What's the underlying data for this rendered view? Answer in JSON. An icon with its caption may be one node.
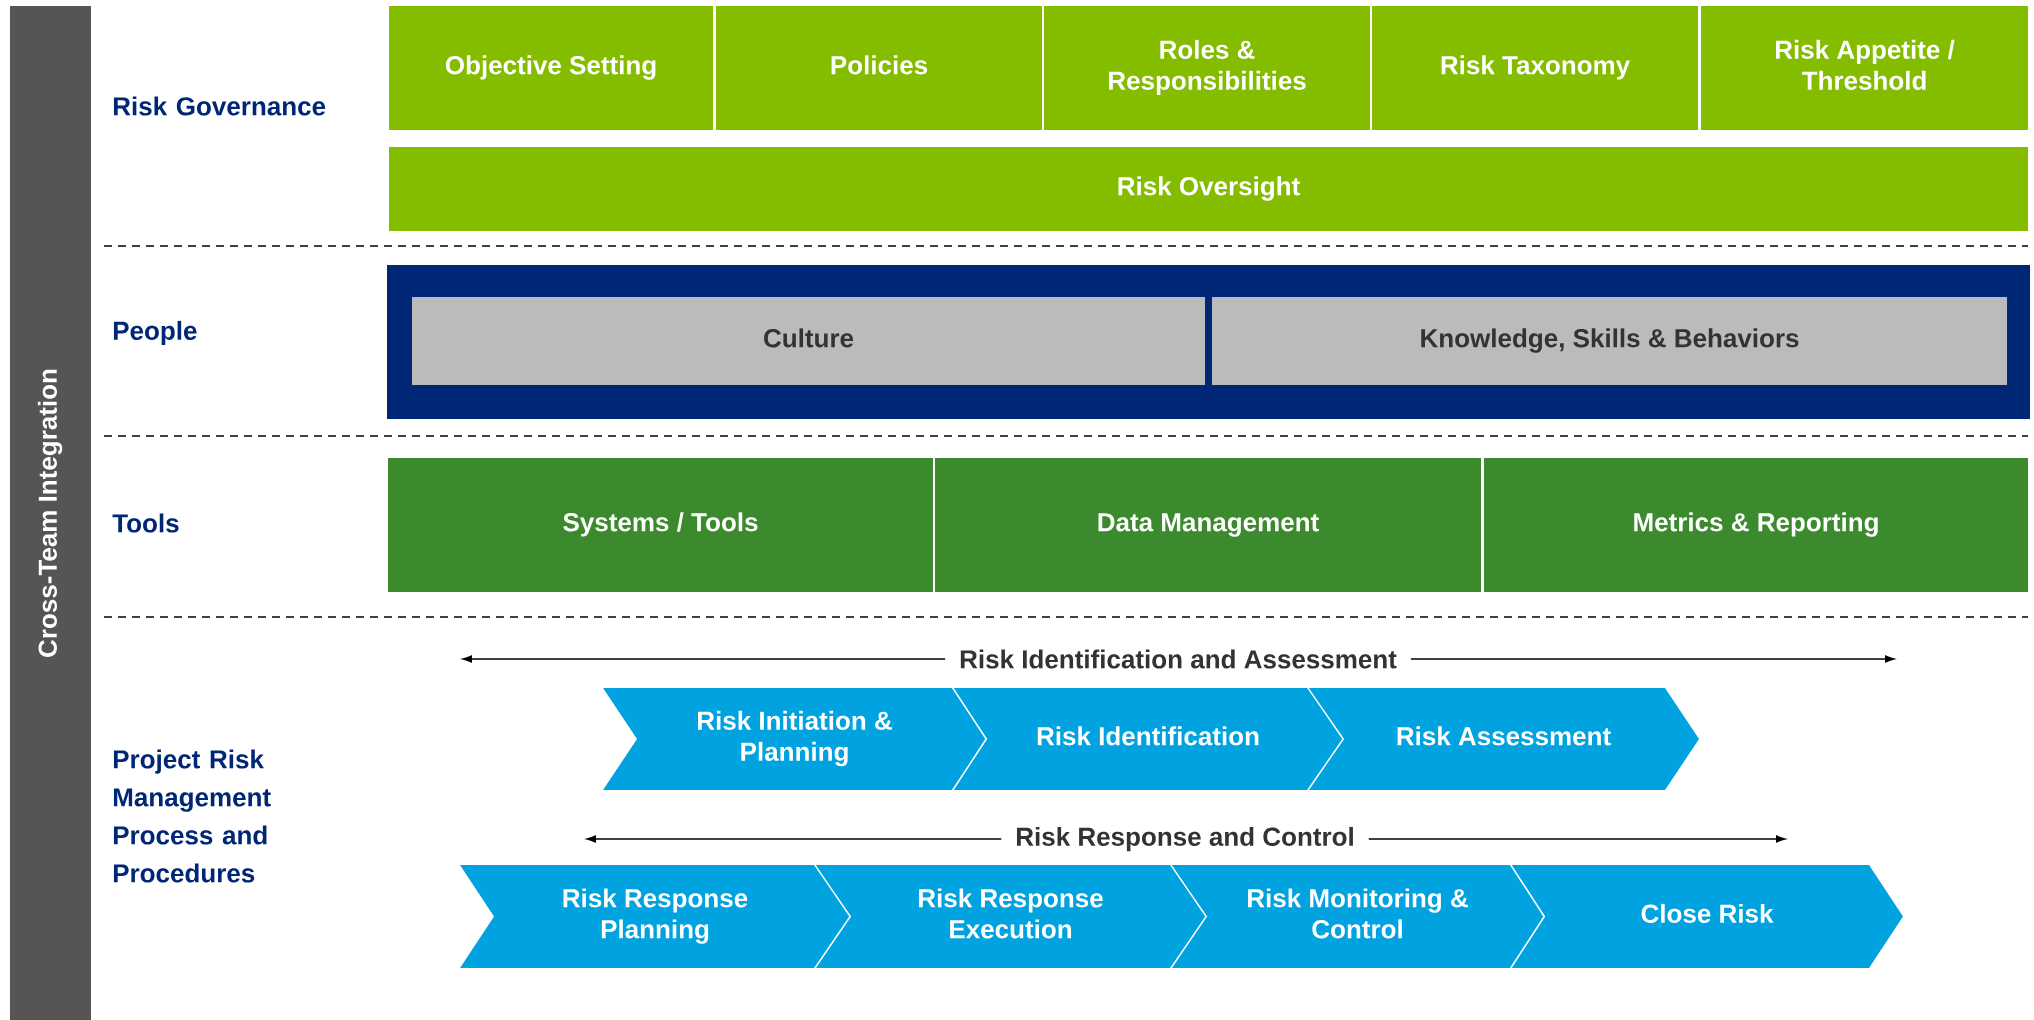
{
  "diagram": {
    "nodes": [
      {
        "text": [
          "Cross-Team Integration"
        ]
      },
      {
        "text": [
          "Objective Setting"
        ]
      },
      {
        "text": [
          "Policies"
        ]
      },
      {
        "text": [
          "Roles & Responsibilities"
        ]
      },
      {
        "text": [
          "Risk Taxonomy"
        ]
      },
      {
        "text": [
          "Risk Appetite / Threshold"
        ]
      },
      {
        "text": [
          "Risk Oversight"
        ]
      },
      {
        "text": [],
        "shape": "box"
      },
      {
        "text": [
          "Culture"
        ],
        "in": 7
      },
      {
        "text": [
          "Knowledge, Skills & Behaviors"
        ],
        "in": 7
      },
      {
        "text": [
          "Systems / Tools"
        ]
      },
      {
        "text": [
          "Data Management"
        ]
      },
      {
        "text": [
          "Metrics & Reporting"
        ]
      },
      {
        "text": [
          "Risk Initiation & Planning"
        ]
      },
      {
        "text": [
          "Risk Identification"
        ]
      },
      {
        "text": [
          "Risk Assessment"
        ]
      },
      {
        "text": [
          "Risk Response Planning"
        ]
      },
      {
        "text": [
          "Risk Response Execution"
        ]
      },
      {
        "text": [
          "Risk Monitoring & Control"
        ]
      },
      {
        "text": [
          "Close Risk"
        ]
      }
    ],
    "edges": [
      {
        "from": 13,
        "to": 14,
        "arrow": "none"
      },
      {
        "from": 14,
        "to": 15,
        "arrow": "none"
      },
      {
        "from": 16,
        "to": 17,
        "arrow": "none"
      },
      {
        "from": 17,
        "to": 18,
        "arrow": "none"
      },
      {
        "from": 18,
        "to": 19,
        "arrow": "none"
      }
    ],
    "labels": [
      "Risk Governance",
      "People",
      "Tools",
      "Risk Identification and Assessment",
      "Project Risk Management Process and Procedures",
      "Risk Response and Control"
    ]
  }
}
